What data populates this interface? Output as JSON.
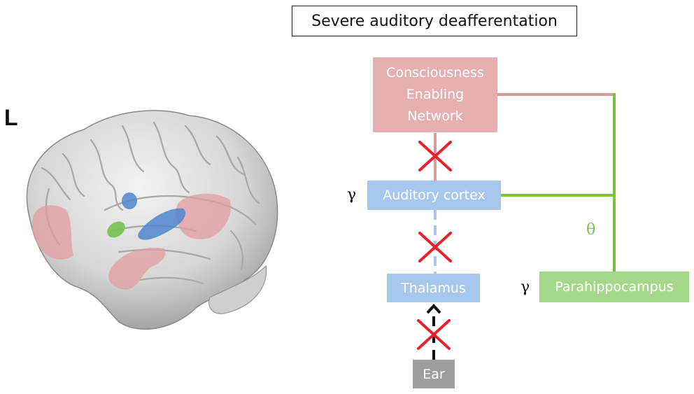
{
  "title": "Severe auditory deafferentation",
  "hemisphere_label": "L",
  "nodes": {
    "cen_line1": "Consciousness",
    "cen_line2": "Enabling",
    "cen_line3": "Network",
    "auditory_cortex": "Auditory cortex",
    "thalamus": "Thalamus",
    "parahippocampus": "Parahippocampus",
    "ear": "Ear"
  },
  "oscillations": {
    "auditory_cortex": "γ",
    "parahippocampus": "γ",
    "connection": "θ"
  },
  "colors": {
    "cen": "#e6b0b1",
    "auditory": "#a7c7ec",
    "parahippocampus": "#a6d88c",
    "ear": "#9e9e9e",
    "green_link": "#7cc242",
    "red_link": "#d99a9b",
    "cross": "#e8202a"
  }
}
